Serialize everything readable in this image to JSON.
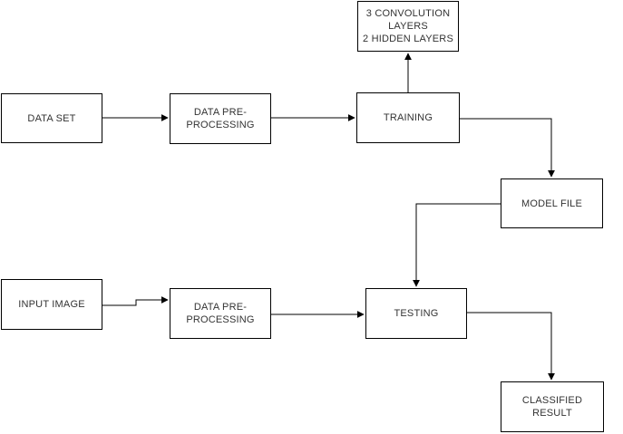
{
  "diagram": {
    "type": "flowchart",
    "description": "CNN training and testing pipeline flowchart",
    "nodes": {
      "conv_layers": {
        "label": "3 CONVOLUTION\nLAYERS\n2 HIDDEN LAYERS"
      },
      "data_set": {
        "label": "DATA SET"
      },
      "preprocessing_train": {
        "label": "DATA PRE-\nPROCESSING"
      },
      "training": {
        "label": "TRAINING"
      },
      "model_file": {
        "label": "MODEL FILE"
      },
      "input_image": {
        "label": "INPUT IMAGE"
      },
      "preprocessing_test": {
        "label": "DATA PRE-\nPROCESSING"
      },
      "testing": {
        "label": "TESTING"
      },
      "classified_result": {
        "label": "CLASSIFIED\nRESULT"
      }
    },
    "edges": [
      {
        "from": "data_set",
        "to": "preprocessing_train"
      },
      {
        "from": "preprocessing_train",
        "to": "training"
      },
      {
        "from": "training",
        "to": "conv_layers"
      },
      {
        "from": "training",
        "to": "model_file"
      },
      {
        "from": "model_file",
        "to": "testing"
      },
      {
        "from": "input_image",
        "to": "preprocessing_test"
      },
      {
        "from": "preprocessing_test",
        "to": "testing"
      },
      {
        "from": "testing",
        "to": "classified_result"
      }
    ],
    "colors": {
      "background": "#ffffff",
      "box_fill": "#ffffff",
      "box_border": "#000000",
      "text": "#333333",
      "connector": "#000000"
    }
  }
}
